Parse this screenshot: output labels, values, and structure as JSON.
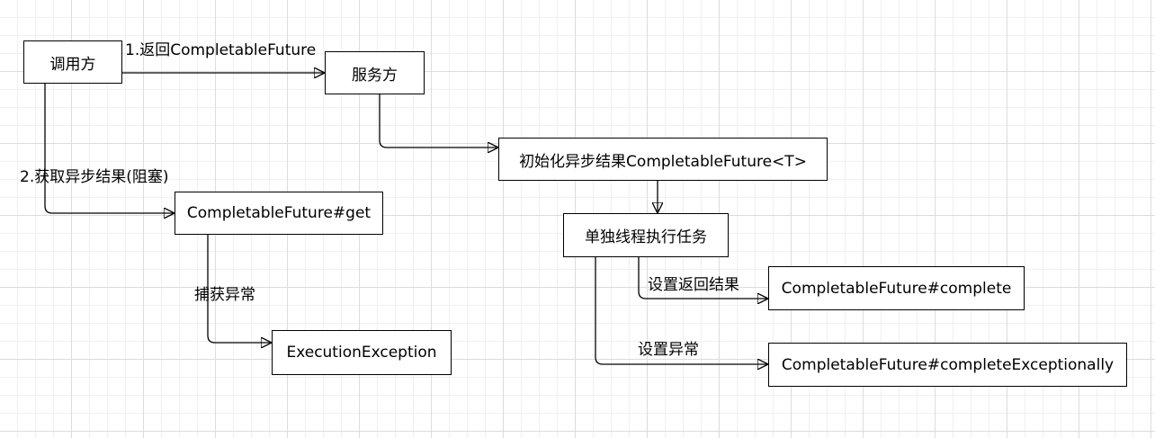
{
  "diagram": {
    "nodes": {
      "caller": "调用方",
      "service": "服务方",
      "init_future": "初始化异步结果CompletableFuture<T>",
      "future_get": "CompletableFuture#get",
      "thread_task": "单独线程执行任务",
      "future_complete": "CompletableFuture#complete",
      "execution_exception": "ExecutionException",
      "future_complete_exceptionally": "CompletableFuture#completeExceptionally"
    },
    "edge_labels": {
      "return_future": "1.返回CompletableFuture",
      "get_result_blocking": "2.获取异步结果(阻塞)",
      "catch_exception": "捕获异常",
      "set_result": "设置返回结果",
      "set_exception": "设置异常"
    },
    "colors": {
      "line": "#000000",
      "node_border": "#000000",
      "node_fill": "#ffffff",
      "grid": "#dcdcdc"
    }
  }
}
